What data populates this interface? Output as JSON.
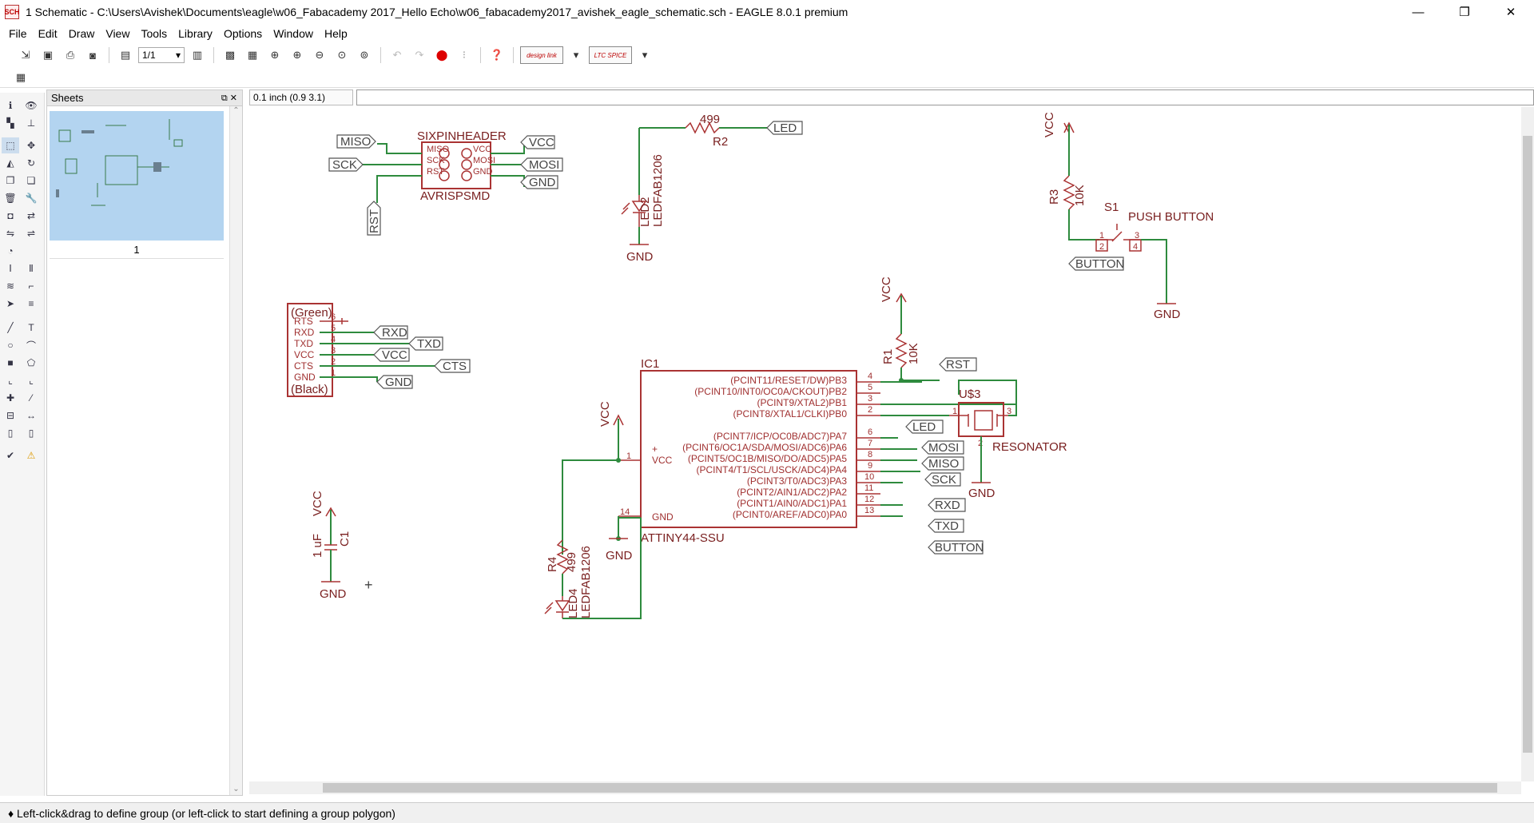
{
  "window": {
    "title": "1 Schematic - C:\\Users\\Avishek\\Documents\\eagle\\w06_Fabacademy 2017_Hello Echo\\w06_fabacademy2017_avishek_eagle_schematic.sch - EAGLE 8.0.1 premium",
    "app_icon_label": "SCH",
    "minimize": "—",
    "maximize": "❐",
    "close": "✕"
  },
  "menu": {
    "items": [
      "File",
      "Edit",
      "Draw",
      "View",
      "Tools",
      "Library",
      "Options",
      "Window",
      "Help"
    ]
  },
  "toolbar": {
    "sheet_combo": "1/1",
    "design_link": "design link",
    "ltc_spice": "LTC SPICE"
  },
  "sheets_panel": {
    "title": "Sheets",
    "sheet_label": "1"
  },
  "command": {
    "coordinate": "0.1 inch (0.9 3.1)",
    "input_value": ""
  },
  "status": {
    "message": "♦ Left-click&drag to define group (or left-click to start defining a group polygon)"
  },
  "schematic": {
    "header": {
      "name": "SIXPINHEADER",
      "value": "AVRISPSMD",
      "pins": [
        "MISO",
        "SCK",
        "RST",
        "VCC",
        "MOSI",
        "GND"
      ],
      "labels": [
        "MISO",
        "SCK",
        "RST",
        "VCC",
        "MOSI",
        "GND"
      ]
    },
    "r2": {
      "name": "R2",
      "value": "499",
      "label": "LED"
    },
    "led2": {
      "name": "LED2",
      "value": "LEDFAB1206",
      "gnd": "GND"
    },
    "r3": {
      "name": "R3",
      "value": "10K",
      "vcc": "VCC"
    },
    "s1": {
      "name": "S1",
      "value": "PUSH BUTTON",
      "pin1": "1",
      "pin2": "2",
      "pin3": "3",
      "pin4": "4",
      "label": "BUTTON",
      "gnd": "GND"
    },
    "ftdi": {
      "top": "(Green)",
      "bottom": "(Black)",
      "pins": [
        "RTS",
        "RXD",
        "TXD",
        "VCC",
        "CTS",
        "GND"
      ],
      "numbers": [
        "6",
        "5",
        "4",
        "3",
        "2",
        "1"
      ],
      "labels": [
        "RXD",
        "TXD",
        "VCC",
        "CTS",
        "GND"
      ]
    },
    "r1": {
      "name": "R1",
      "value": "10K",
      "vcc": "VCC",
      "label": "RST"
    },
    "ic1": {
      "name": "IC1",
      "value": "ATTINY44-SSU",
      "vcc_pin": "VCC",
      "gnd_pin": "GND",
      "vcc_num": "1",
      "gnd_num": "14",
      "pins": [
        {
          "label": "(PCINT11/RESET/DW)PB3",
          "num": "4"
        },
        {
          "label": "(PCINT10/INT0/OC0A/CKOUT)PB2",
          "num": "5"
        },
        {
          "label": "(PCINT9/XTAL2)PB1",
          "num": "3"
        },
        {
          "label": "(PCINT8/XTAL1/CLKI)PB0",
          "num": "2"
        },
        {
          "label": "(PCINT7/ICP/OC0B/ADC7)PA7",
          "num": "6"
        },
        {
          "label": "(PCINT6/OC1A/SDA/MOSI/ADC6)PA6",
          "num": "7"
        },
        {
          "label": "(PCINT5/OC1B/MISO/DO/ADC5)PA5",
          "num": "8"
        },
        {
          "label": "(PCINT4/T1/SCL/USCK/ADC4)PA4",
          "num": "9"
        },
        {
          "label": "(PCINT3/T0/ADC3)PA3",
          "num": "10"
        },
        {
          "label": "(PCINT2/AIN1/ADC2)PA2",
          "num": "11"
        },
        {
          "label": "(PCINT1/AIN0/ADC1)PA1",
          "num": "12"
        },
        {
          "label": "(PCINT0/AREF/ADC0)PA0",
          "num": "13"
        }
      ],
      "net_labels": [
        "LED",
        "MOSI",
        "MISO",
        "SCK",
        "RXD",
        "TXD",
        "BUTTON"
      ],
      "vcc": "VCC",
      "gnd": "GND"
    },
    "u3": {
      "name": "U$3",
      "value": "RESONATOR",
      "pin1": "1",
      "pin2": "2",
      "pin3": "3",
      "gnd": "GND"
    },
    "c1": {
      "name": "C1",
      "value": "1 uF",
      "vcc": "VCC",
      "gnd": "GND"
    },
    "r4": {
      "name": "R4",
      "value": "499"
    },
    "led4": {
      "name": "LED4",
      "value": "LEDFAB1206"
    }
  }
}
